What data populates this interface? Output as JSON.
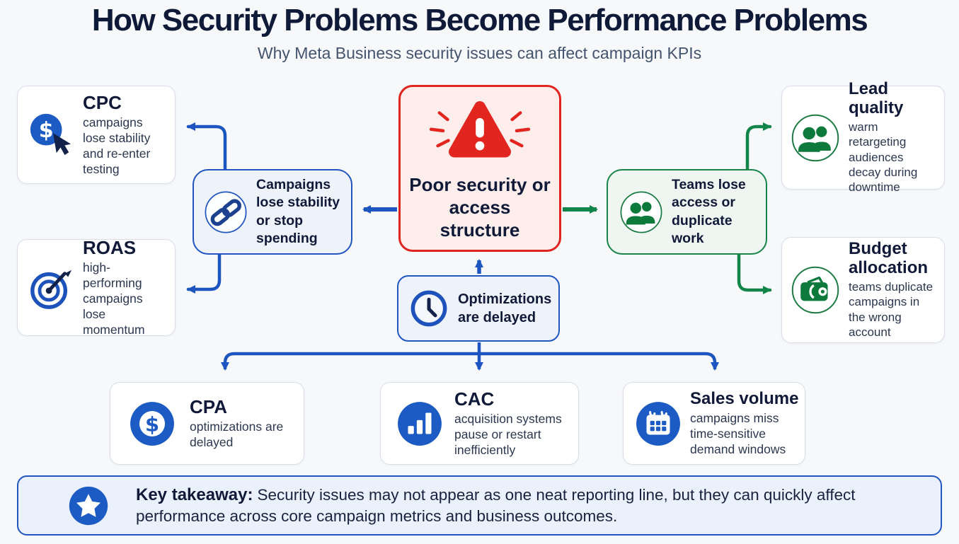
{
  "header": {
    "title": "How Security Problems Become Performance Problems",
    "subtitle": "Why Meta Business security issues can affect campaign KPIs"
  },
  "nodes": {
    "center": {
      "title": "Poor security or access structure",
      "icon": "warning-triangle-icon"
    },
    "campaigns": {
      "title": "Campaigns lose stability or stop spending",
      "icon": "chain-link-icon"
    },
    "teams": {
      "title": "Teams lose access or duplicate work",
      "icon": "people-icon"
    },
    "delay": {
      "title": "Optimizations are delayed",
      "icon": "clock-icon"
    },
    "cpc": {
      "metric": "CPC",
      "desc": "campaigns lose stability and re-enter testing",
      "icon": "dollar-cursor-icon"
    },
    "roas": {
      "metric": "ROAS",
      "desc": "high-performing campaigns lose momentum",
      "icon": "target-icon"
    },
    "lead": {
      "metric": "Lead quality",
      "desc": "warm retargeting audiences decay during downtime",
      "icon": "people-icon"
    },
    "budget": {
      "metric": "Budget allocation",
      "desc": "teams duplicate campaigns in the wrong account",
      "icon": "wallet-icon"
    },
    "cpa": {
      "metric": "CPA",
      "desc": "optimizations are delayed",
      "icon": "dollar-coin-icon"
    },
    "cac": {
      "metric": "CAC",
      "desc": "acquisition systems pause or restart inefficiently",
      "icon": "bar-chart-icon"
    },
    "sales": {
      "metric": "Sales volume",
      "desc": "campaigns miss time-sensitive demand windows",
      "icon": "calendar-icon"
    }
  },
  "takeaway": {
    "label": "Key takeaway:",
    "text": "Security issues may not appear as one neat reporting line, but they can quickly affect performance across core campaign metrics and business outcomes.",
    "icon": "star-icon"
  },
  "colors": {
    "blue": "#1d5bc4",
    "green": "#0d7a3c",
    "red": "#e3251f",
    "navy": "#101a38"
  }
}
